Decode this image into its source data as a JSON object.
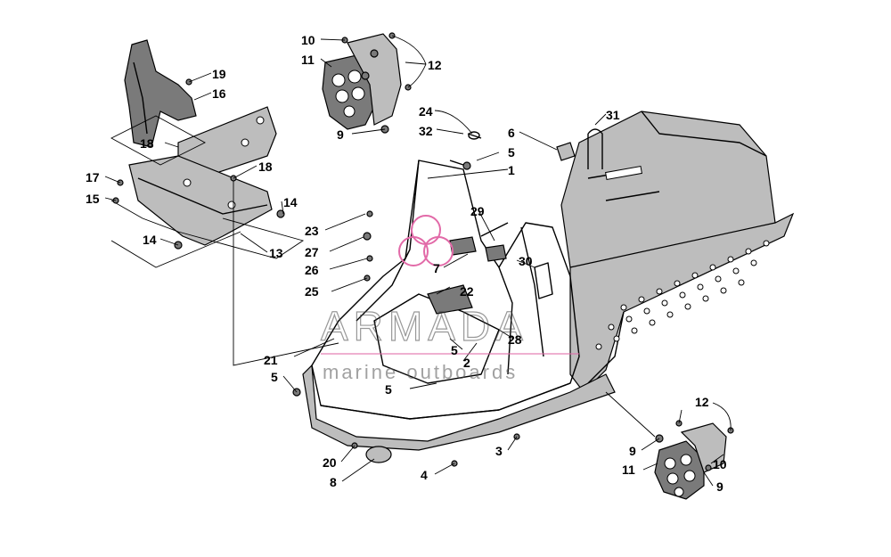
{
  "diagram": {
    "callouts": [
      "10",
      "11",
      "12",
      "9",
      "19",
      "16",
      "18",
      "17",
      "15",
      "18",
      "14",
      "14",
      "13",
      "24",
      "32",
      "6",
      "5",
      "1",
      "31",
      "23",
      "27",
      "26",
      "25",
      "29",
      "7",
      "30",
      "22",
      "21",
      "5",
      "2",
      "5",
      "28",
      "5",
      "3",
      "4",
      "20",
      "8",
      "12",
      "9",
      "11",
      "10",
      "9"
    ]
  },
  "watermark": {
    "brand": "ARMADA",
    "tagline": "marine outboards"
  },
  "colors": {
    "line": "#000000",
    "fill": "#7a7a7a",
    "watermark_accent": "#e26aa8"
  }
}
